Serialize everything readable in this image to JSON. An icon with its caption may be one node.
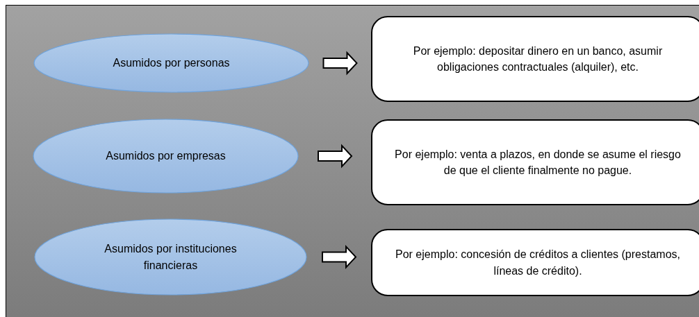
{
  "diagram": {
    "nodes": [
      {
        "text": [
          "Asumidos por personas"
        ]
      },
      {
        "text": [
          "Por ejemplo: depositar dinero en un banco, asumir obligaciones contractuales (alquiler), etc."
        ]
      },
      {
        "text": [
          "Asumidos por empresas"
        ]
      },
      {
        "text": [
          "Por ejemplo: venta a plazos, en donde se asume el riesgo de que el cliente finalmente no pague."
        ]
      },
      {
        "text": [
          "Asumidos por instituciones financieras"
        ]
      },
      {
        "text": [
          "Por ejemplo: concesión de créditos a clientes (prestamos, líneas de crédito)."
        ]
      }
    ],
    "edges": [
      {
        "from": 0,
        "to": 1,
        "arrow": "to"
      },
      {
        "from": 2,
        "to": 3,
        "arrow": "to"
      },
      {
        "from": 4,
        "to": 5,
        "arrow": "to"
      }
    ]
  }
}
